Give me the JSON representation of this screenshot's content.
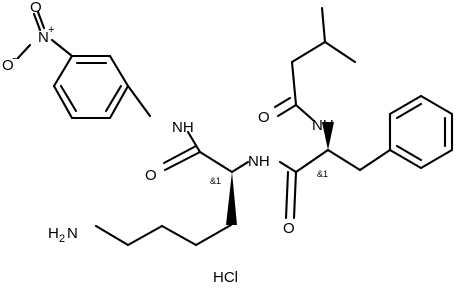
{
  "atoms": {
    "no2_o_top": "O",
    "no2_o_minus": "O",
    "no2_minus": "−",
    "no2_n": "N",
    "no2_plus": "+",
    "anilide_nh": "NH",
    "lys_o": "O",
    "lys_nh": "NH",
    "amine_h": "H",
    "amine_2": "2",
    "amine_n": "N",
    "phe_o": "O",
    "ival_o": "O",
    "phe_nh": "NH",
    "salt": "HCl"
  },
  "stereo_labels": {
    "lys_alpha": "&1",
    "phe_alpha": "&1"
  }
}
